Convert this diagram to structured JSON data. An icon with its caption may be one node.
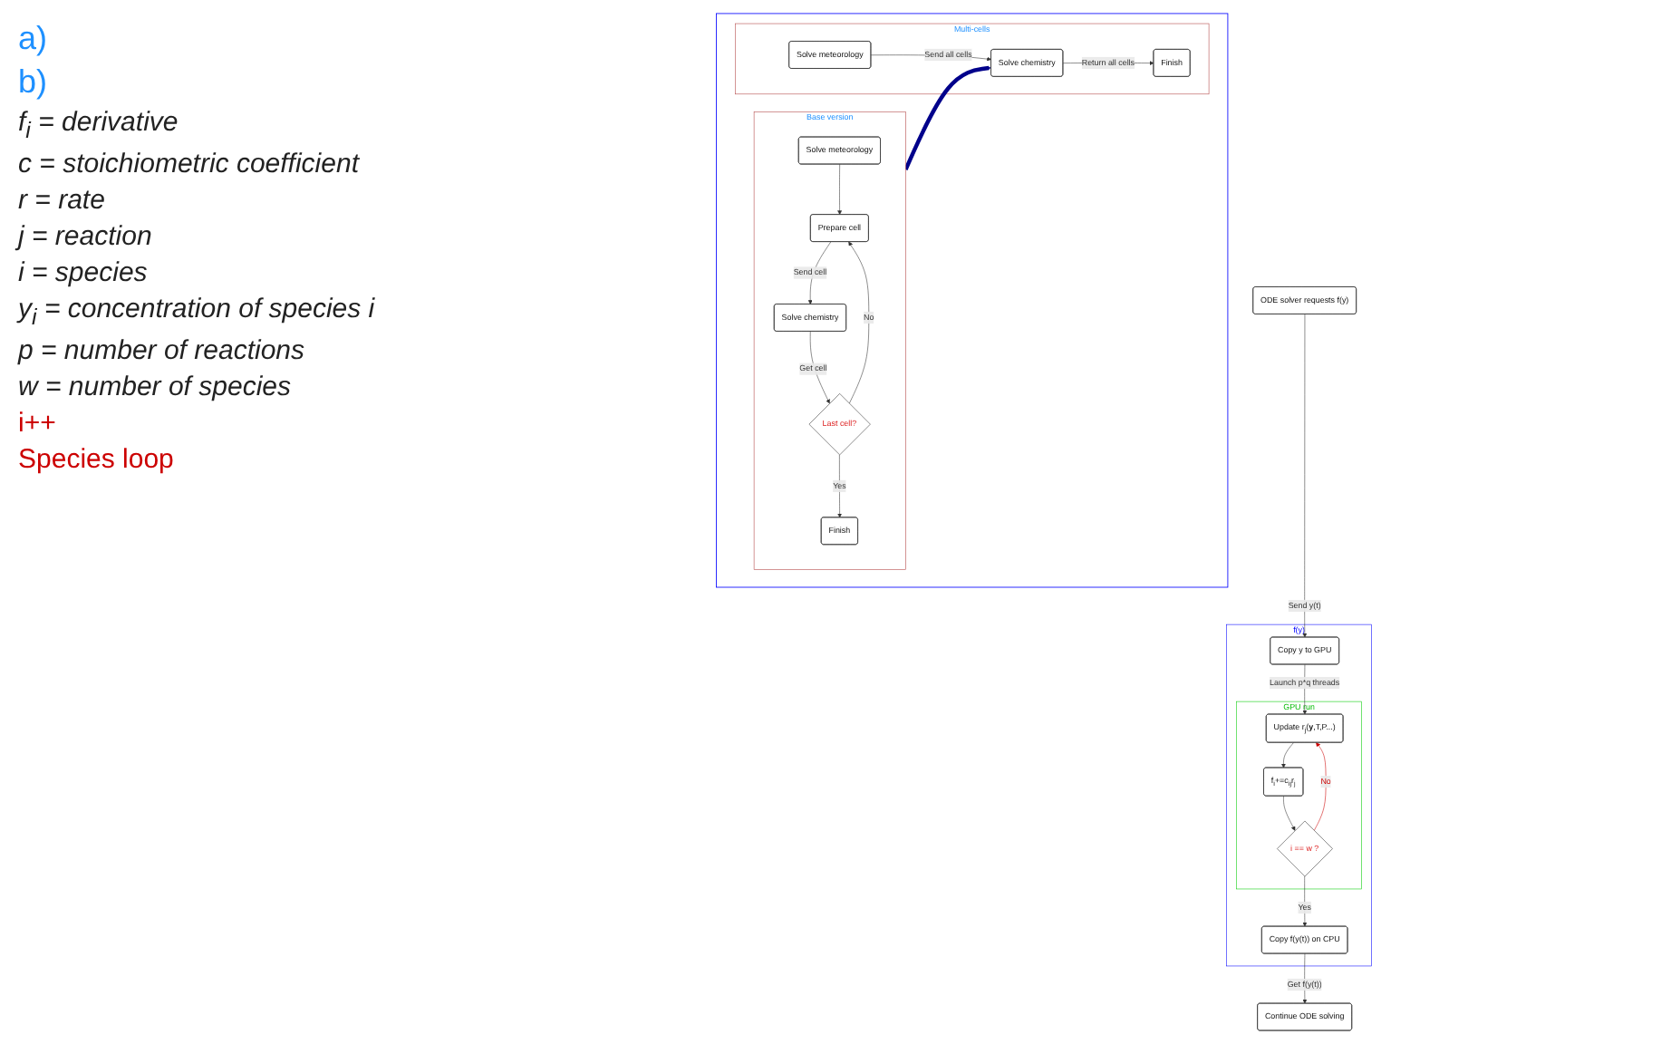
{
  "diagram": {
    "nodes": [
      {
        "text": [],
        "shape": "box"
      },
      {
        "text": [
          "Base version"
        ],
        "in": 0
      },
      {
        "text": [
          "Solve meteorology"
        ],
        "in": 1
      },
      {
        "text": [
          "Prepare cell"
        ],
        "in": 1
      },
      {
        "text": [
          "Solve chemistry"
        ],
        "in": 1
      },
      {
        "text": [
          "Last cell?"
        ],
        "in": 1
      },
      {
        "text": [
          "Finish"
        ],
        "in": 1
      },
      {
        "text": [
          "Multi-cells"
        ],
        "in": 0
      },
      {
        "text": [
          "Solve meteorology"
        ],
        "in": 7
      },
      {
        "text": [
          "Solve chemistry"
        ],
        "in": 7
      },
      {
        "text": [
          "Finish"
        ],
        "in": 7
      },
      {
        "text": [
          "ODE solver requests f(y)"
        ]
      },
      {
        "text": [
          "f(y)"
        ]
      },
      {
        "text": [
          "Copy y to GPU"
        ],
        "in": 12
      },
      {
        "text": [
          "GPU run"
        ],
        "in": 12
      },
      {
        "text": [
          "Update r$_{j}$(**y**,T,P...)"
        ],
        "in": 14
      },
      {
        "text": [
          "f$_{i}$+=c$_{ij}$r$_{j}$"
        ],
        "in": 14
      },
      {
        "text": [
          "i == w ?"
        ],
        "in": 14
      },
      {
        "text": [
          "Copy f(y(t)) on CPU"
        ],
        "in": 12
      },
      {
        "text": [
          "Continue ODE solving"
        ]
      }
    ],
    "edges": [
      {
        "from": 2,
        "to": 3,
        "arrow": "to"
      },
      {
        "from": 3,
        "to": 4,
        "arrow": "to",
        "label": "Send cell"
      },
      {
        "from": 4,
        "to": 5,
        "arrow": "to",
        "label": "Get cell"
      },
      {
        "from": 5,
        "to": 3,
        "arrow": "to",
        "label": "No"
      },
      {
        "from": 5,
        "to": 6,
        "arrow": "to",
        "label": "Yes"
      },
      {
        "from": 8,
        "to": 9,
        "arrow": "to",
        "label": "Send all cells"
      },
      {
        "from": 9,
        "to": 10,
        "arrow": "to",
        "label": "Return all cells"
      },
      {
        "from": 1,
        "to": 9,
        "arrow": "to",
        "style": "thick",
        "color": "#00008b"
      },
      {
        "from": 11,
        "to": 13,
        "arrow": "to",
        "label": "Send y(t)"
      },
      {
        "from": 13,
        "to": 15,
        "arrow": "to",
        "label": "Launch p*q threads"
      },
      {
        "from": 15,
        "to": 16,
        "arrow": "to"
      },
      {
        "from": 16,
        "to": 17,
        "arrow": "to"
      },
      {
        "from": 17,
        "to": 15,
        "arrow": "to",
        "label": "No",
        "color": "#cc0000"
      },
      {
        "from": 17,
        "to": 18,
        "arrow": "to",
        "label": "Yes"
      },
      {
        "from": 18,
        "to": 19,
        "arrow": "to",
        "label": "Get f(y(t))"
      }
    ],
    "labels": [
      "a)",
      "b)",
      "f$_{i}$ = derivative",
      "c = stoichiometric coefficient",
      "r = rate",
      "j = reaction",
      "i = species",
      "y$_{i}$ = concentration of species i",
      "p = number of reactions",
      "w = number of species",
      "i++",
      "Species loop"
    ]
  }
}
